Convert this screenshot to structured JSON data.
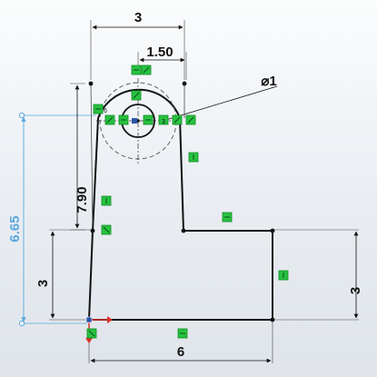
{
  "dimensions": {
    "top_width": "3",
    "arc_offset": "1.50",
    "hole_diameter": "⌀1",
    "left_height": "7.90",
    "total_height": "6.65",
    "left_step": "3",
    "right_step": "3",
    "bottom_width": "6"
  },
  "relations": {
    "small_label": "6"
  },
  "colors": {
    "geometry": "#111111",
    "construction": "#1a1a1a",
    "driven_dimension": "#5aa9de",
    "relation_fill": "#27c23f",
    "relation_stroke": "#0f8a24",
    "origin_x_axis": "#d9342b",
    "origin_y_axis": "#d9342b",
    "point_blue": "#2d56a8"
  }
}
